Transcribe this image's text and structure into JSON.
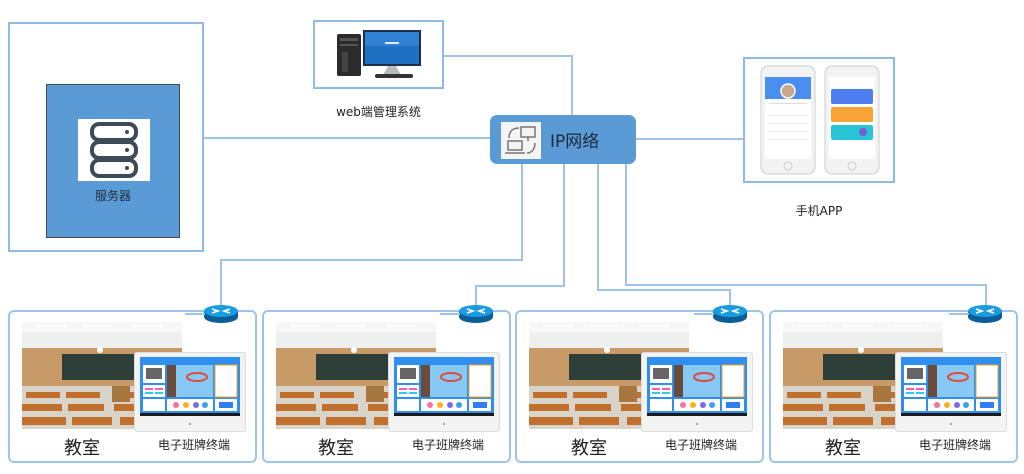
{
  "diagram": {
    "server": {
      "label": "服务器",
      "icon": "server-icon"
    },
    "web_system": {
      "label": "web端管理系统",
      "icon": "desktop-computer-icon"
    },
    "network": {
      "label": "IP网络",
      "icon": "network-exchange-icon"
    },
    "mobile_app": {
      "label": "手机APP",
      "icon": "smartphone-icon"
    },
    "classrooms": [
      {
        "room_label": "教室",
        "terminal_label": "电子班牌终端",
        "router_icon": "router-icon"
      },
      {
        "room_label": "教室",
        "terminal_label": "电子班牌终端",
        "router_icon": "router-icon"
      },
      {
        "room_label": "教室",
        "terminal_label": "电子班牌终端",
        "router_icon": "router-icon"
      },
      {
        "room_label": "教室",
        "terminal_label": "电子班牌终端",
        "router_icon": "router-icon"
      }
    ],
    "connections": [
      {
        "from": "服务器",
        "to": "IP网络"
      },
      {
        "from": "web端管理系统",
        "to": "IP网络"
      },
      {
        "from": "手机APP",
        "to": "IP网络"
      },
      {
        "from": "IP网络",
        "to": "教室 1"
      },
      {
        "from": "IP网络",
        "to": "教室 2"
      },
      {
        "from": "IP网络",
        "to": "教室 3"
      },
      {
        "from": "IP网络",
        "to": "教室 4"
      }
    ],
    "colors": {
      "line": "#9ec4ea",
      "node_fill": "#5b9bd5",
      "router": "#1a8fd6"
    }
  }
}
